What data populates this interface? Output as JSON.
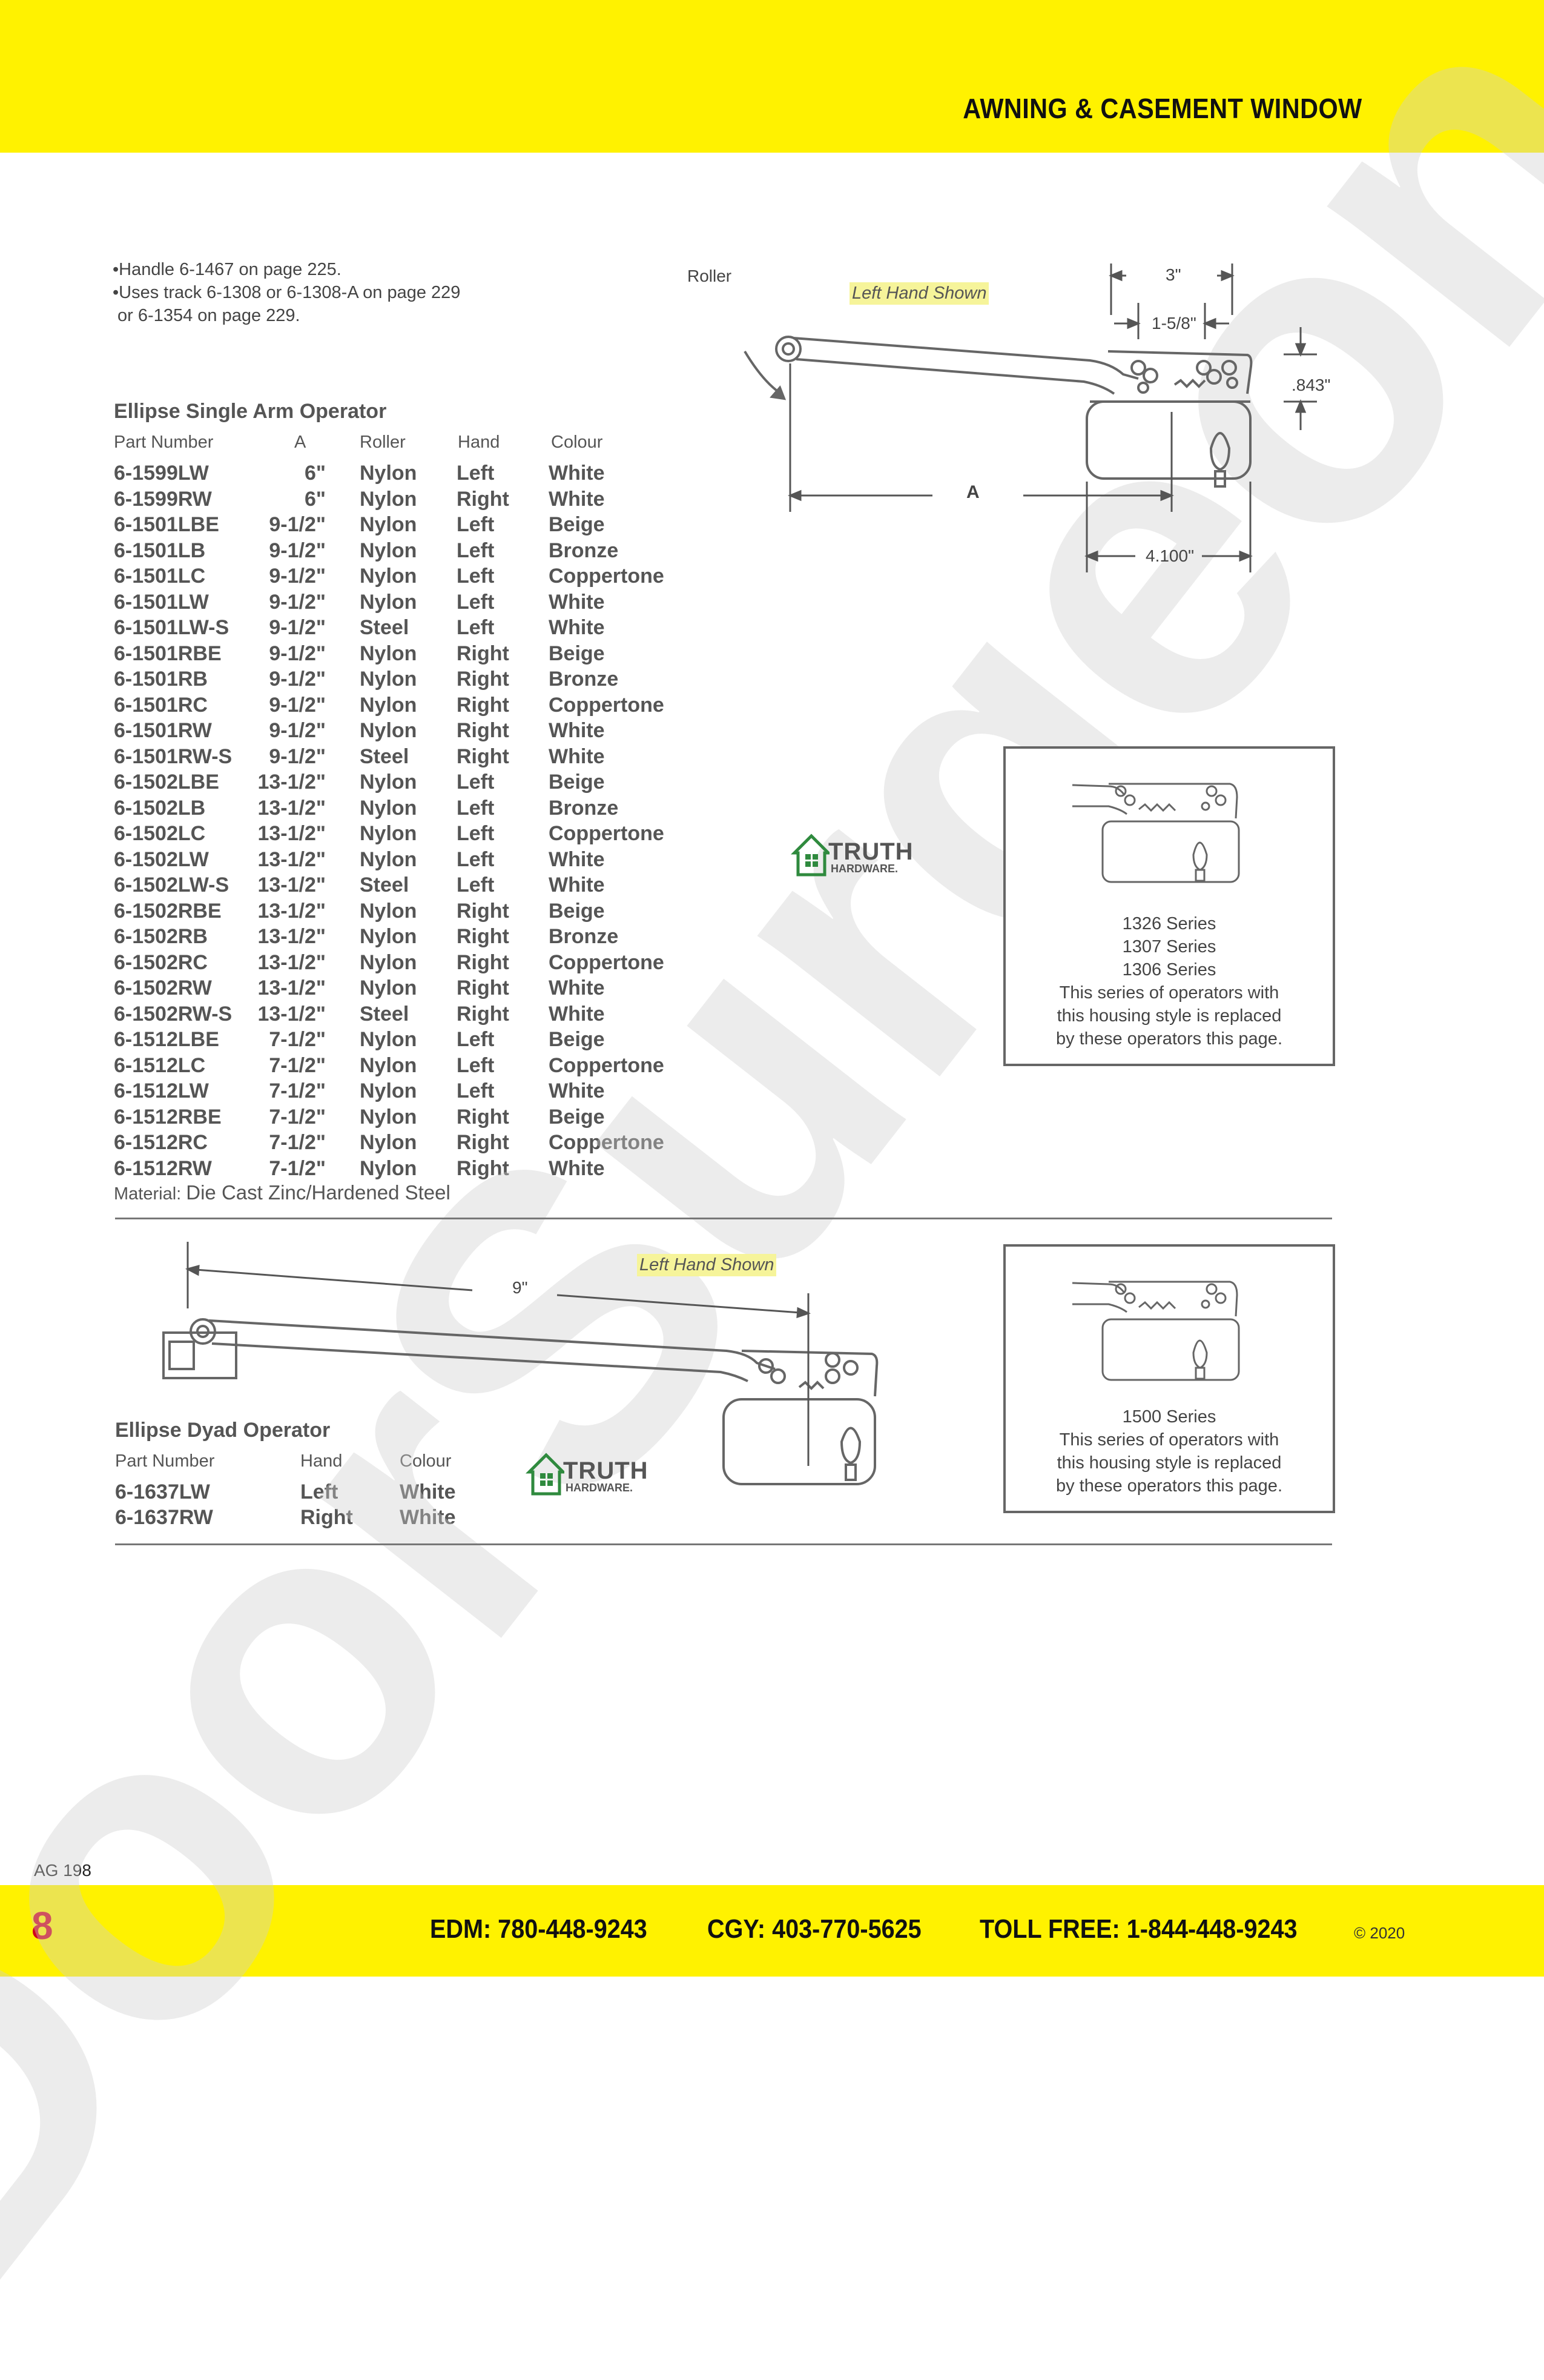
{
  "header": {
    "section_title": "AWNING & CASEMENT WINDOW"
  },
  "footer": {
    "page_number": "8",
    "edm": "EDM: 780-448-9243",
    "cgy": "CGY: 403-770-5625",
    "toll_free": "TOLL FREE: 1-844-448-9243",
    "copyright": "© 2020",
    "catalog_ref": "AG 198"
  },
  "watermark": "DoorSurgeon.com",
  "notes": [
    "•Handle 6-1467 on page 225.",
    "•Uses track 6-1308 or 6-1308-A on page 229",
    " or 6-1354 on page 229."
  ],
  "single_arm": {
    "title": "Ellipse Single Arm Operator",
    "headers": [
      "Part Number",
      "A",
      "Roller",
      "Hand",
      "Colour"
    ],
    "rows": [
      [
        "6-1599LW",
        "6\"",
        "Nylon",
        "Left",
        "White"
      ],
      [
        "6-1599RW",
        "6\"",
        "Nylon",
        "Right",
        "White"
      ],
      [
        "6-1501LBE",
        "9-1/2\"",
        "Nylon",
        "Left",
        "Beige"
      ],
      [
        "6-1501LB",
        "9-1/2\"",
        "Nylon",
        "Left",
        "Bronze"
      ],
      [
        "6-1501LC",
        "9-1/2\"",
        "Nylon",
        "Left",
        "Coppertone"
      ],
      [
        "6-1501LW",
        "9-1/2\"",
        "Nylon",
        "Left",
        "White"
      ],
      [
        "6-1501LW-S",
        "9-1/2\"",
        "Steel",
        "Left",
        "White"
      ],
      [
        "6-1501RBE",
        "9-1/2\"",
        "Nylon",
        "Right",
        "Beige"
      ],
      [
        "6-1501RB",
        "9-1/2\"",
        "Nylon",
        "Right",
        "Bronze"
      ],
      [
        "6-1501RC",
        "9-1/2\"",
        "Nylon",
        "Right",
        "Coppertone"
      ],
      [
        "6-1501RW",
        "9-1/2\"",
        "Nylon",
        "Right",
        "White"
      ],
      [
        "6-1501RW-S",
        "9-1/2\"",
        "Steel",
        "Right",
        "White"
      ],
      [
        "6-1502LBE",
        "13-1/2\"",
        "Nylon",
        "Left",
        "Beige"
      ],
      [
        "6-1502LB",
        "13-1/2\"",
        "Nylon",
        "Left",
        "Bronze"
      ],
      [
        "6-1502LC",
        "13-1/2\"",
        "Nylon",
        "Left",
        "Coppertone"
      ],
      [
        "6-1502LW",
        "13-1/2\"",
        "Nylon",
        "Left",
        "White"
      ],
      [
        "6-1502LW-S",
        "13-1/2\"",
        "Steel",
        "Left",
        "White"
      ],
      [
        "6-1502RBE",
        "13-1/2\"",
        "Nylon",
        "Right",
        "Beige"
      ],
      [
        "6-1502RB",
        "13-1/2\"",
        "Nylon",
        "Right",
        "Bronze"
      ],
      [
        "6-1502RC",
        "13-1/2\"",
        "Nylon",
        "Right",
        "Coppertone"
      ],
      [
        "6-1502RW",
        "13-1/2\"",
        "Nylon",
        "Right",
        "White"
      ],
      [
        "6-1502RW-S",
        "13-1/2\"",
        "Steel",
        "Right",
        "White"
      ],
      [
        "6-1512LBE",
        "7-1/2\"",
        "Nylon",
        "Left",
        "Beige"
      ],
      [
        "6-1512LC",
        "7-1/2\"",
        "Nylon",
        "Left",
        "Coppertone"
      ],
      [
        "6-1512LW",
        "7-1/2\"",
        "Nylon",
        "Left",
        "White"
      ],
      [
        "6-1512RBE",
        "7-1/2\"",
        "Nylon",
        "Right",
        "Beige"
      ],
      [
        "6-1512RC",
        "7-1/2\"",
        "Nylon",
        "Right",
        "Coppertone"
      ],
      [
        "6-1512RW",
        "7-1/2\"",
        "Nylon",
        "Right",
        "White"
      ]
    ],
    "material_label": "Material:",
    "material_value": "Die Cast Zinc/Hardened Steel"
  },
  "diagram1": {
    "roller_label": "Roller",
    "left_hand": "Left Hand Shown",
    "dim_3": "3\"",
    "dim_1_5_8": "1-5/8\"",
    "dim_843": ".843\"",
    "dim_a": "A",
    "dim_4100": "4.100\""
  },
  "truth_logo": {
    "line1": "TRUTH",
    "line2": "HARDWARE."
  },
  "replace_box1": {
    "lines": [
      "1326 Series",
      "1307 Series",
      "1306 Series",
      "This series of operators with",
      "this housing style is replaced",
      "by these operators this page."
    ]
  },
  "dyad": {
    "title": "Ellipse Dyad Operator",
    "headers": [
      "Part Number",
      "Hand",
      "Colour"
    ],
    "rows": [
      [
        "6-1637LW",
        "Left",
        "White"
      ],
      [
        "6-1637RW",
        "Right",
        "White"
      ]
    ]
  },
  "diagram2": {
    "left_hand": "Left Hand Shown",
    "dim_9": "9\""
  },
  "replace_box2": {
    "lines": [
      "1500 Series",
      "This series of operators with",
      "this housing style is replaced",
      "by these operators this page."
    ]
  },
  "colors": {
    "band": "#fff200",
    "page_number": "#d0021b",
    "logo_green": "#2f8a3e"
  }
}
